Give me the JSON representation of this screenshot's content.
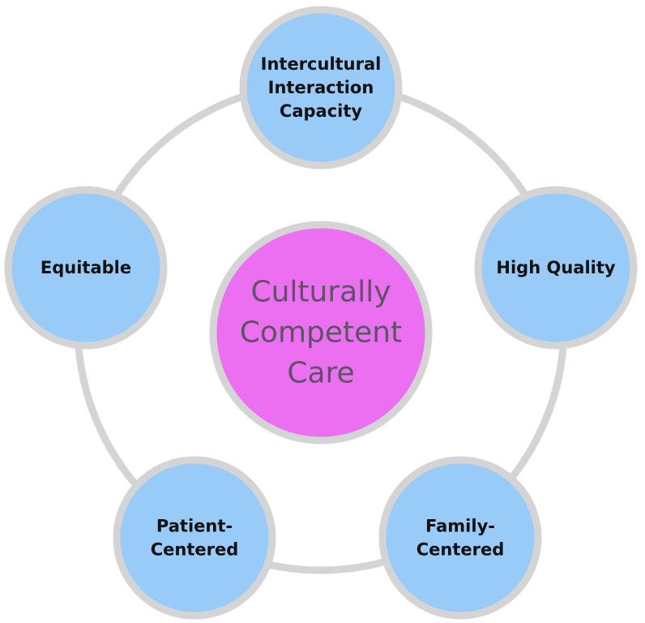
{
  "colors": {
    "ring": "#d4d4d4",
    "node_fill": "#99cbf8",
    "node_border": "#d4d4d4",
    "center_fill": "#ec6ff2",
    "center_border": "#d4d4d4",
    "node_text": "#111111",
    "center_text": "#5a5560"
  },
  "center": {
    "lines": [
      "Culturally",
      "Competent",
      "Care"
    ]
  },
  "nodes": [
    {
      "id": "intercultural-interaction-capacity",
      "lines": [
        "Intercultural",
        "Interaction",
        "Capacity"
      ]
    },
    {
      "id": "high-quality",
      "lines": [
        "High Quality"
      ]
    },
    {
      "id": "family-centered",
      "lines": [
        "Family-",
        "Centered"
      ]
    },
    {
      "id": "patient-centered",
      "lines": [
        "Patient-",
        "Centered"
      ]
    },
    {
      "id": "equitable",
      "lines": [
        "Equitable"
      ]
    }
  ]
}
